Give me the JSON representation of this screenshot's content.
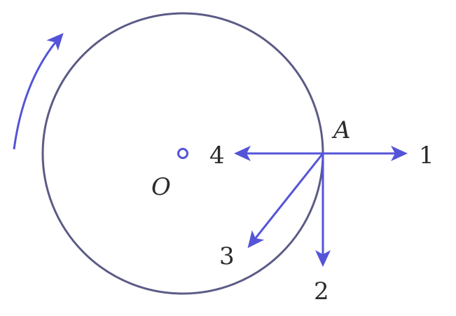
{
  "labels": {
    "point_a": "A",
    "center_o": "O",
    "dir_1": "1",
    "dir_2": "2",
    "dir_3": "3",
    "dir_4": "4"
  },
  "colors": {
    "circle": "#5b5b86",
    "arrows": "#5454d8",
    "text": "#2b2b2b"
  },
  "icons": {
    "rotation": "curved-arrow-counterclockwise"
  }
}
